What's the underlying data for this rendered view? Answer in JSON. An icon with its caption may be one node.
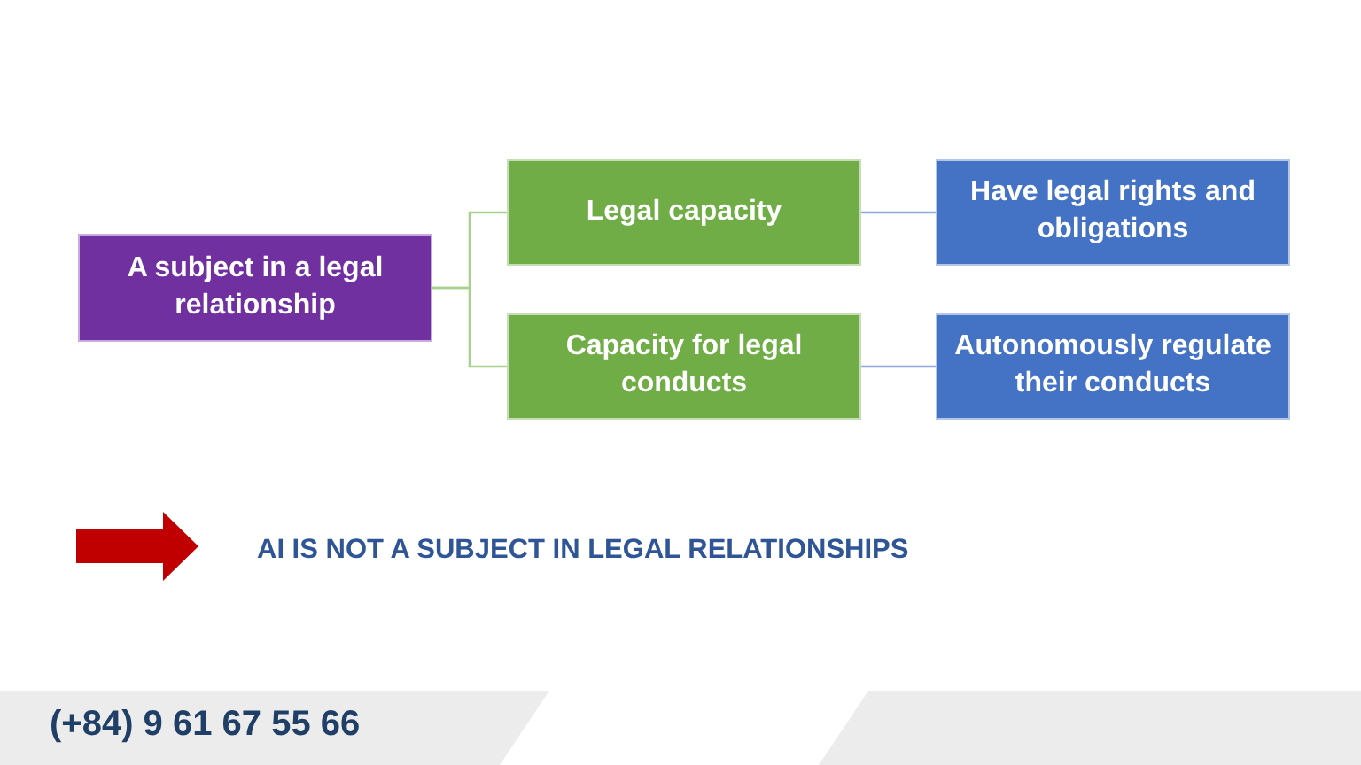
{
  "diagram": {
    "nodes": [
      {
        "text": [
          "A subject in a legal relationship"
        ]
      },
      {
        "text": [
          "Legal capacity"
        ]
      },
      {
        "text": [
          "Capacity for legal conducts"
        ]
      },
      {
        "text": [
          "Have legal rights and obligations"
        ]
      },
      {
        "text": [
          "Autonomously regulate their conducts"
        ]
      }
    ],
    "edges": [
      {
        "from": 0,
        "to": 1,
        "arrow": "none",
        "color": "#a9d18e"
      },
      {
        "from": 0,
        "to": 2,
        "arrow": "none",
        "color": "#a9d18e"
      },
      {
        "from": 1,
        "to": 3,
        "arrow": "none",
        "color": "#8faadc"
      },
      {
        "from": 2,
        "to": 4,
        "arrow": "none",
        "color": "#8faadc"
      }
    ],
    "labels": [
      "AI IS NOT A SUBJECT IN LEGAL RELATIONSHIPS",
      "(+84) 9 61 67 55 66"
    ]
  }
}
